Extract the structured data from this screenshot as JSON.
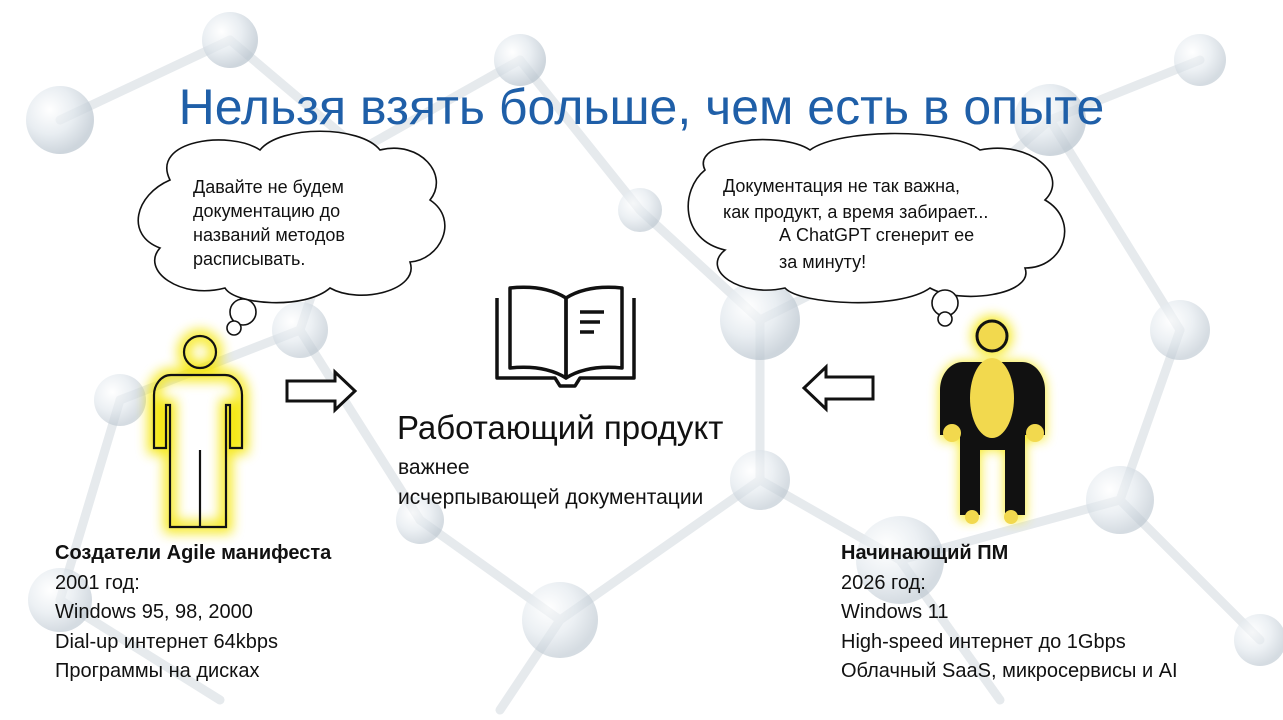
{
  "slide": {
    "title": "Нельзя взять больше, чем есть в опыте",
    "left_bubble": {
      "lines": [
        "Давайте не будем",
        "документацию до",
        "названий методов",
        "расписывать."
      ]
    },
    "right_bubble": {
      "lines": [
        "Документация не так важна,",
        "как продукт, а время забирает...",
        "А ChatGPT сгенерит ее",
        "за минуту!"
      ]
    },
    "center": {
      "icon": "open-book-icon",
      "title": "Работающий продукт",
      "sub1": "важнее",
      "sub2": "исчерпывающей документации"
    },
    "left_person": {
      "heading": "Создатели Agile манифеста",
      "lines": [
        "2001 год:",
        "Windows 95, 98, 2000",
        "Dial-up интернет 64kbps",
        "Программы на дисках"
      ]
    },
    "right_person": {
      "heading": "Начинающий ПМ",
      "lines": [
        "2026 год:",
        "Windows 11",
        "High-speed интернет до 1Gbps",
        "Облачный SaaS, микросервисы и AI"
      ]
    },
    "colors": {
      "title": "#1f5fa8",
      "glow": "#f5e600",
      "text": "#111111"
    }
  }
}
